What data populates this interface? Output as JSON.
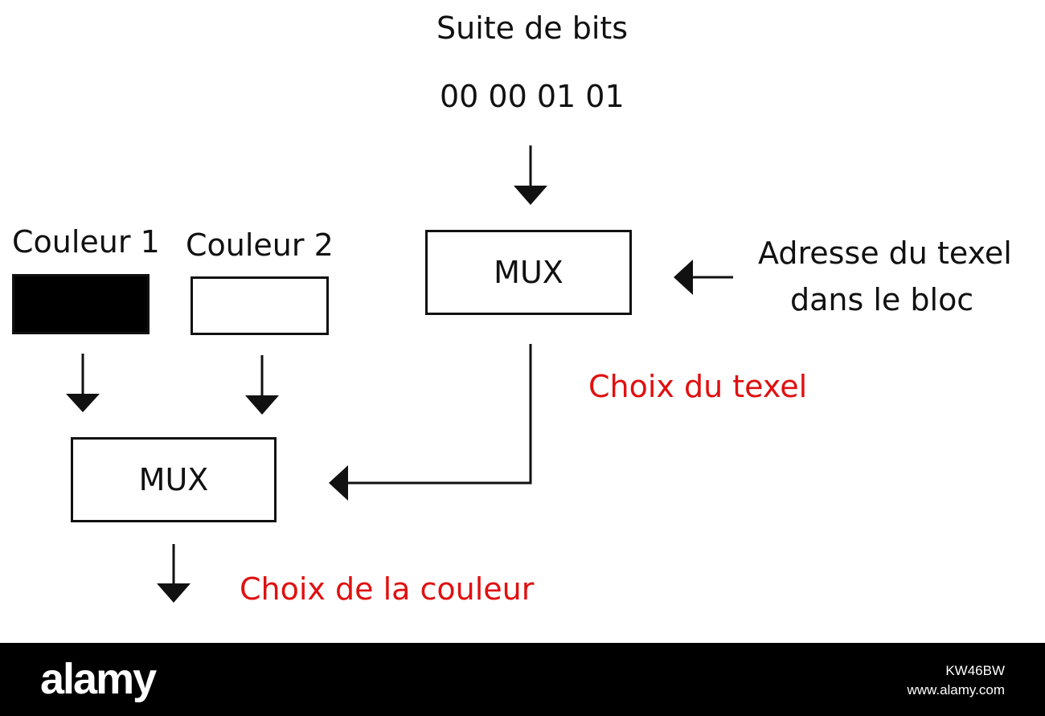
{
  "diagram": {
    "title": "Suite de bits",
    "bits": "00 00 01 01",
    "colors": [
      {
        "label": "Couleur 1",
        "fill": "#000000"
      },
      {
        "label": "Couleur 2",
        "fill": "#ffffff"
      }
    ],
    "mux_top_label": "MUX",
    "mux_bottom_label": "MUX",
    "address_label_line1": "Adresse du texel",
    "address_label_line2": "dans le bloc",
    "texel_choice_label": "Choix du texel",
    "color_choice_label": "Choix de la couleur",
    "accent_color": "#e01010",
    "line_color": "#111111"
  },
  "footer": {
    "brand": "alamy",
    "image_id": "KW46BW",
    "url": "www.alamy.com"
  }
}
